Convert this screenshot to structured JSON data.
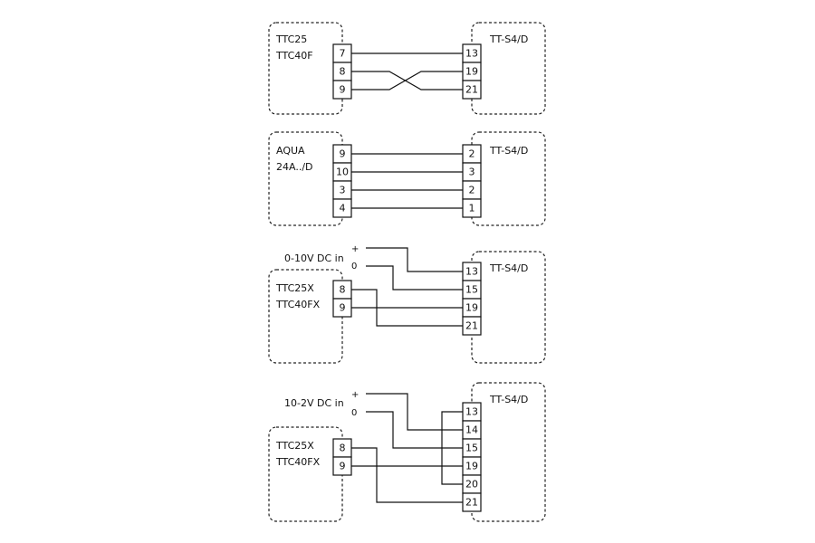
{
  "diagrams": [
    {
      "left_device": [
        "TTC25",
        "TTC40F"
      ],
      "right_device": "TT-S4/D",
      "left_terminals": [
        "7",
        "8",
        "9"
      ],
      "right_terminals": [
        "13",
        "19",
        "21"
      ]
    },
    {
      "left_device": [
        "AQUA",
        "24A../D"
      ],
      "right_device": "TT-S4/D",
      "left_terminals": [
        "9",
        "10",
        "3",
        "4"
      ],
      "right_terminals": [
        "2",
        "3",
        "2",
        "1"
      ]
    },
    {
      "input_label": "0-10V DC in",
      "plus": "+",
      "zero": "0",
      "left_device": [
        "TTC25X",
        "TTC40FX"
      ],
      "right_device": "TT-S4/D",
      "left_terminals": [
        "8",
        "9"
      ],
      "right_terminals": [
        "13",
        "15",
        "19",
        "21"
      ]
    },
    {
      "input_label": "10-2V DC in",
      "plus": "+",
      "zero": "0",
      "left_device": [
        "TTC25X",
        "TTC40FX"
      ],
      "right_device": "TT-S4/D",
      "left_terminals": [
        "8",
        "9"
      ],
      "right_terminals": [
        "13",
        "14",
        "15",
        "19",
        "20",
        "21"
      ]
    }
  ]
}
